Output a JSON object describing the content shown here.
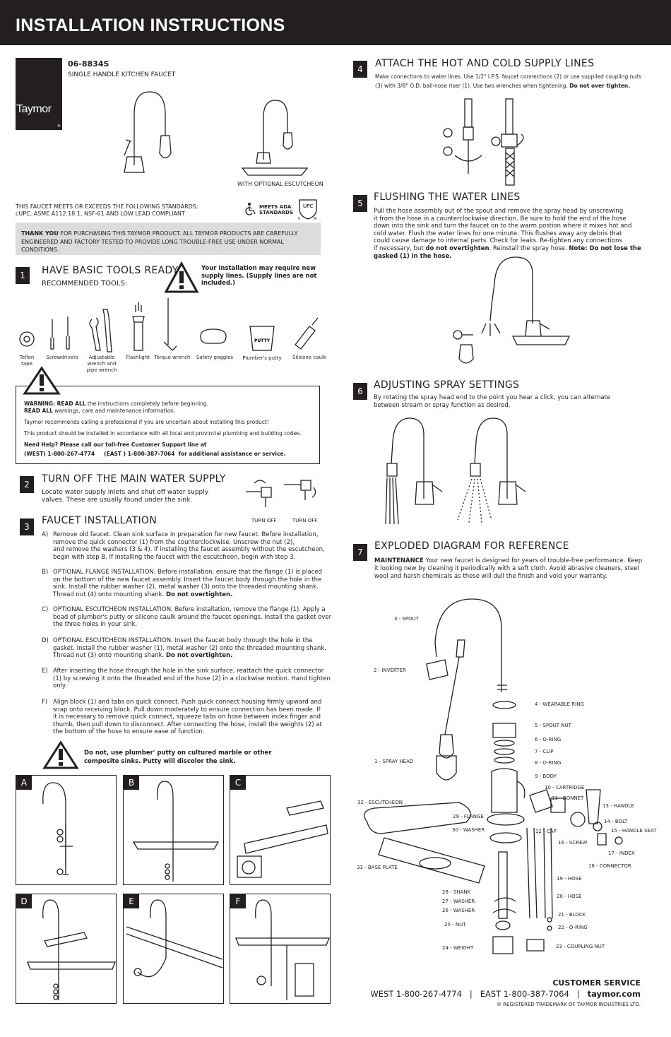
{
  "header": {
    "title": "INSTALLATION INSTRUCTIONS"
  },
  "logo": {
    "name": "Taymor",
    "reg": "®"
  },
  "product": {
    "model": "06-8834S",
    "name": "SINGLE HANDLE KITCHEN FAUCET",
    "escutcheon_caption": "WITH OPTIONAL ESCUTCHEON"
  },
  "standards": {
    "line1": "THIS FAUCET MEETS OR EXCEEDS THE FOLLOWING STANDARDS:",
    "line2": "cUPC, ASME A112.18.1, NSF-61 AND LOW LEAD COMPLIANT",
    "ada": "MEETS ADA",
    "ada2": "STANDARDS",
    "upc": "UPC",
    "upc_c": "C",
    "upc_r": "R"
  },
  "thanks": {
    "bold": "THANK YOU",
    "rest": " FOR PURCHASING THIS TAYMOR PRODUCT. ALL TAYMOR PRODUCTS ARE  CAREFULLY",
    "line2": "ENGINEERED AND FACTORY TESTED TO PROVIDE LONG TROUBLE-FREE USE UNDER NORMAL CONDITIONS."
  },
  "step1": {
    "num": "1",
    "title": "HAVE BASIC TOOLS READY",
    "sub": "RECOMMENDED TOOLS:",
    "note": "Your installation may require new supply lines. (Supply lines are not included.)",
    "tools": [
      "Teflon tape",
      "Screwdrivers",
      "Adjustable wrench and pipe wrench",
      "Flashlight",
      "Torque wrench",
      "Safety goggles",
      "Plumber's putty",
      "Silicone caulk"
    ],
    "putty_label": "PUTTY"
  },
  "warning": {
    "l1b": "WARNING: READ ALL",
    "l1": " the instructions completely before beginning.",
    "l2b": "READ ALL",
    "l2": " warnings, care and maintenance information.",
    "l3": "Taymor recommends calling a professional if you are uncertain about installing this product!",
    "l4": "This product should be installed in accordance with all local and provincial plumbing and building codes.",
    "l5": "Need Help? Please call our toll-free Customer Support line at",
    "l6": "(WEST) 1-800-267-4774     (EAST ) 1-800-387-7064  for additional assistance or service."
  },
  "step2": {
    "num": "2",
    "title": "TURN OFF THE MAIN WATER SUPPLY",
    "body1": "Locate water supply inlets and shut off water supply",
    "body2": "valves. These are usually found under the sink.",
    "cap1": "TURN OFF",
    "cap2": "TURN OFF"
  },
  "step3": {
    "num": "3",
    "title": "FAUCET INSTALLATION",
    "items": [
      {
        "k": "A)",
        "lines": [
          "Remove old faucet. Clean sink surface in preparation for new faucet. Before installation,",
          "remove the quick connector (1) from the counterclockwise. Unscrew the nut (2),",
          "and remove the washers (3 & 4). If installing the faucet assembly without the escutcheon,",
          "begin with step B. If installing the faucet with the escutcheon, begin with step 3."
        ],
        "bold": ""
      },
      {
        "k": "B)",
        "lines": [
          "OPTIONAL FLANGE INSTALLATION. Before installation, ensure that the flange (1) is placed",
          "on the bottom of the new faucet assembly. Insert the faucet body through the hole in the",
          "sink. Install the rubber washer (2), metal washer (3) onto the threaded mounting shank.",
          "Thread nut (4) onto mounting shank. "
        ],
        "bold": "Do not overtighten."
      },
      {
        "k": "C)",
        "lines": [
          "OPTIONAL ESCUTCHEON INSTALLATION. Before installation, remove the flange (1). Apply a",
          "bead of plumber's putty or silicone caulk around the faucet openings. Install the gasket over",
          "the three holes in your sink."
        ],
        "bold": ""
      },
      {
        "k": "D)",
        "lines": [
          "OPTIONAL ESCUTCHEON INSTALLATION. Insert the faucet body through the hole in the",
          "gasket. Install the rubber washer (1), metal washer (2) onto the threaded mounting shank.",
          "Thread nut (3) onto mounting shank. "
        ],
        "bold": "Do not overtighten."
      },
      {
        "k": "E)",
        "lines": [
          "After inserting the hose through the hole in the sink surface, reattach the quick connector",
          "(1) by screwing it onto the threaded end of the hose (2) in a clockwise motion. Hand tighten",
          "only."
        ],
        "bold": ""
      },
      {
        "k": "F)",
        "lines": [
          "Align block (1) and tabs on quick connect. Push quick connect housing firmly upward and",
          "snap onto receiving block. Pull down moderately to ensure connection has been made. If",
          "it is necessary to remove quick connect, squeeze tabs on hose between index finger and",
          "thumb, then pull down to disconnect. After connecting the hose, install the weights (2) at",
          "the bottom of the hose to ensure ease of function."
        ],
        "bold": ""
      }
    ],
    "putty_warn1": "Do not, use plumber' putty on cultured marble or other",
    "putty_warn2": "composite sinks. Putty will discolor the sink.",
    "panels": [
      "A",
      "B",
      "C",
      "D",
      "E",
      "F"
    ]
  },
  "step4": {
    "num": "4",
    "title": "ATTACH THE HOT AND COLD SUPPLY LINES",
    "body1": "Make connections to water lines. Use 1/2\" I.P.S. faucet connections (2) or use supplied coupling nuts",
    "body2": "(3) with 3/8\" O.D. ball-nose riser (1). Use two wrenches when tightening. ",
    "bold": "Do not over tighten."
  },
  "step5": {
    "num": "5",
    "title": "FLUSHING THE WATER LINES",
    "lines": [
      "Pull the hose assembly out of the spout and remove the spray head by unscrewing",
      "it from the hose in a counterclockwise direction. Be sure to hold the end of the hose",
      "down into the sink and turn the faucet on to the warm postion where it mixes hot and",
      "cold water. Flush the water lines for one minute. This flushes away any debris that",
      "could cause damage to internal parts. Check for leaks. Re-tighten any connections"
    ],
    "l6a": "if necessary, but ",
    "l6b": "do not overtighten",
    "l6c": ". Reinstall the spray hose. ",
    "l6d": "Note: Do not lose the",
    "l7": "gasked (1) in the hose."
  },
  "step6": {
    "num": "6",
    "title": "ADJUSTING SPRAY SETTINGS",
    "body1": "By rotating the spray head end to the point you hear a click, you can alternate",
    "body2": "between stream or spray function as desired."
  },
  "step7": {
    "num": "7",
    "title": "EXPLODED DIAGRAM FOR REFERENCE",
    "mb": "MAINTENANCE",
    "m1": " Your new faucet is designed for years of trouble-free performance. Keep",
    "m2": "it looking new by cleaning it periodically with a soft cloth. Avoid abrasive cleaners, steel",
    "m3": "wool and harsh chemicals as these will dull the finish and void your warranty.",
    "parts": [
      "3 - SPOUT",
      "2 - INVERTER",
      "4 - WEARABLE RING",
      "5 - SPOUT NUT",
      "6 - O-RING",
      "7 - CLIP",
      "8 - O-RING",
      "1 - SPRAY HEAD",
      "9 - BODY",
      "10 - CARTRIDGE",
      "11 - BONNET",
      "13 - HANDLE",
      "32 - ESCUTCHEON",
      "29 - FLANGE",
      "30 - WASHER",
      "12 - CAP",
      "14 - BOLT",
      "15 - HANDLE SEAT",
      "16 - SCREW",
      "17 - INDEX",
      "31 - BASE PLATE",
      "18 - CONNECTOR",
      "19 - HOSE",
      "20 - HOSE",
      "28 - SHANK",
      "27 - WASHER",
      "26 - WASHER",
      "21 - BLOCK",
      "25 - NUT",
      "22 - O-RING",
      "24 - WEIGHT",
      "23 - COUPLING NUT"
    ]
  },
  "footer": {
    "cs": "CUSTOMER SERVICE",
    "west": "WEST 1-800-267-4774",
    "sep": "|",
    "east": "EAST 1-800-387-7064",
    "sep2": "|",
    "site": "taymor.com",
    "tm": "® REGISTERED TRADEMARK OF TAYMOR INDUSTRIES LTD."
  }
}
